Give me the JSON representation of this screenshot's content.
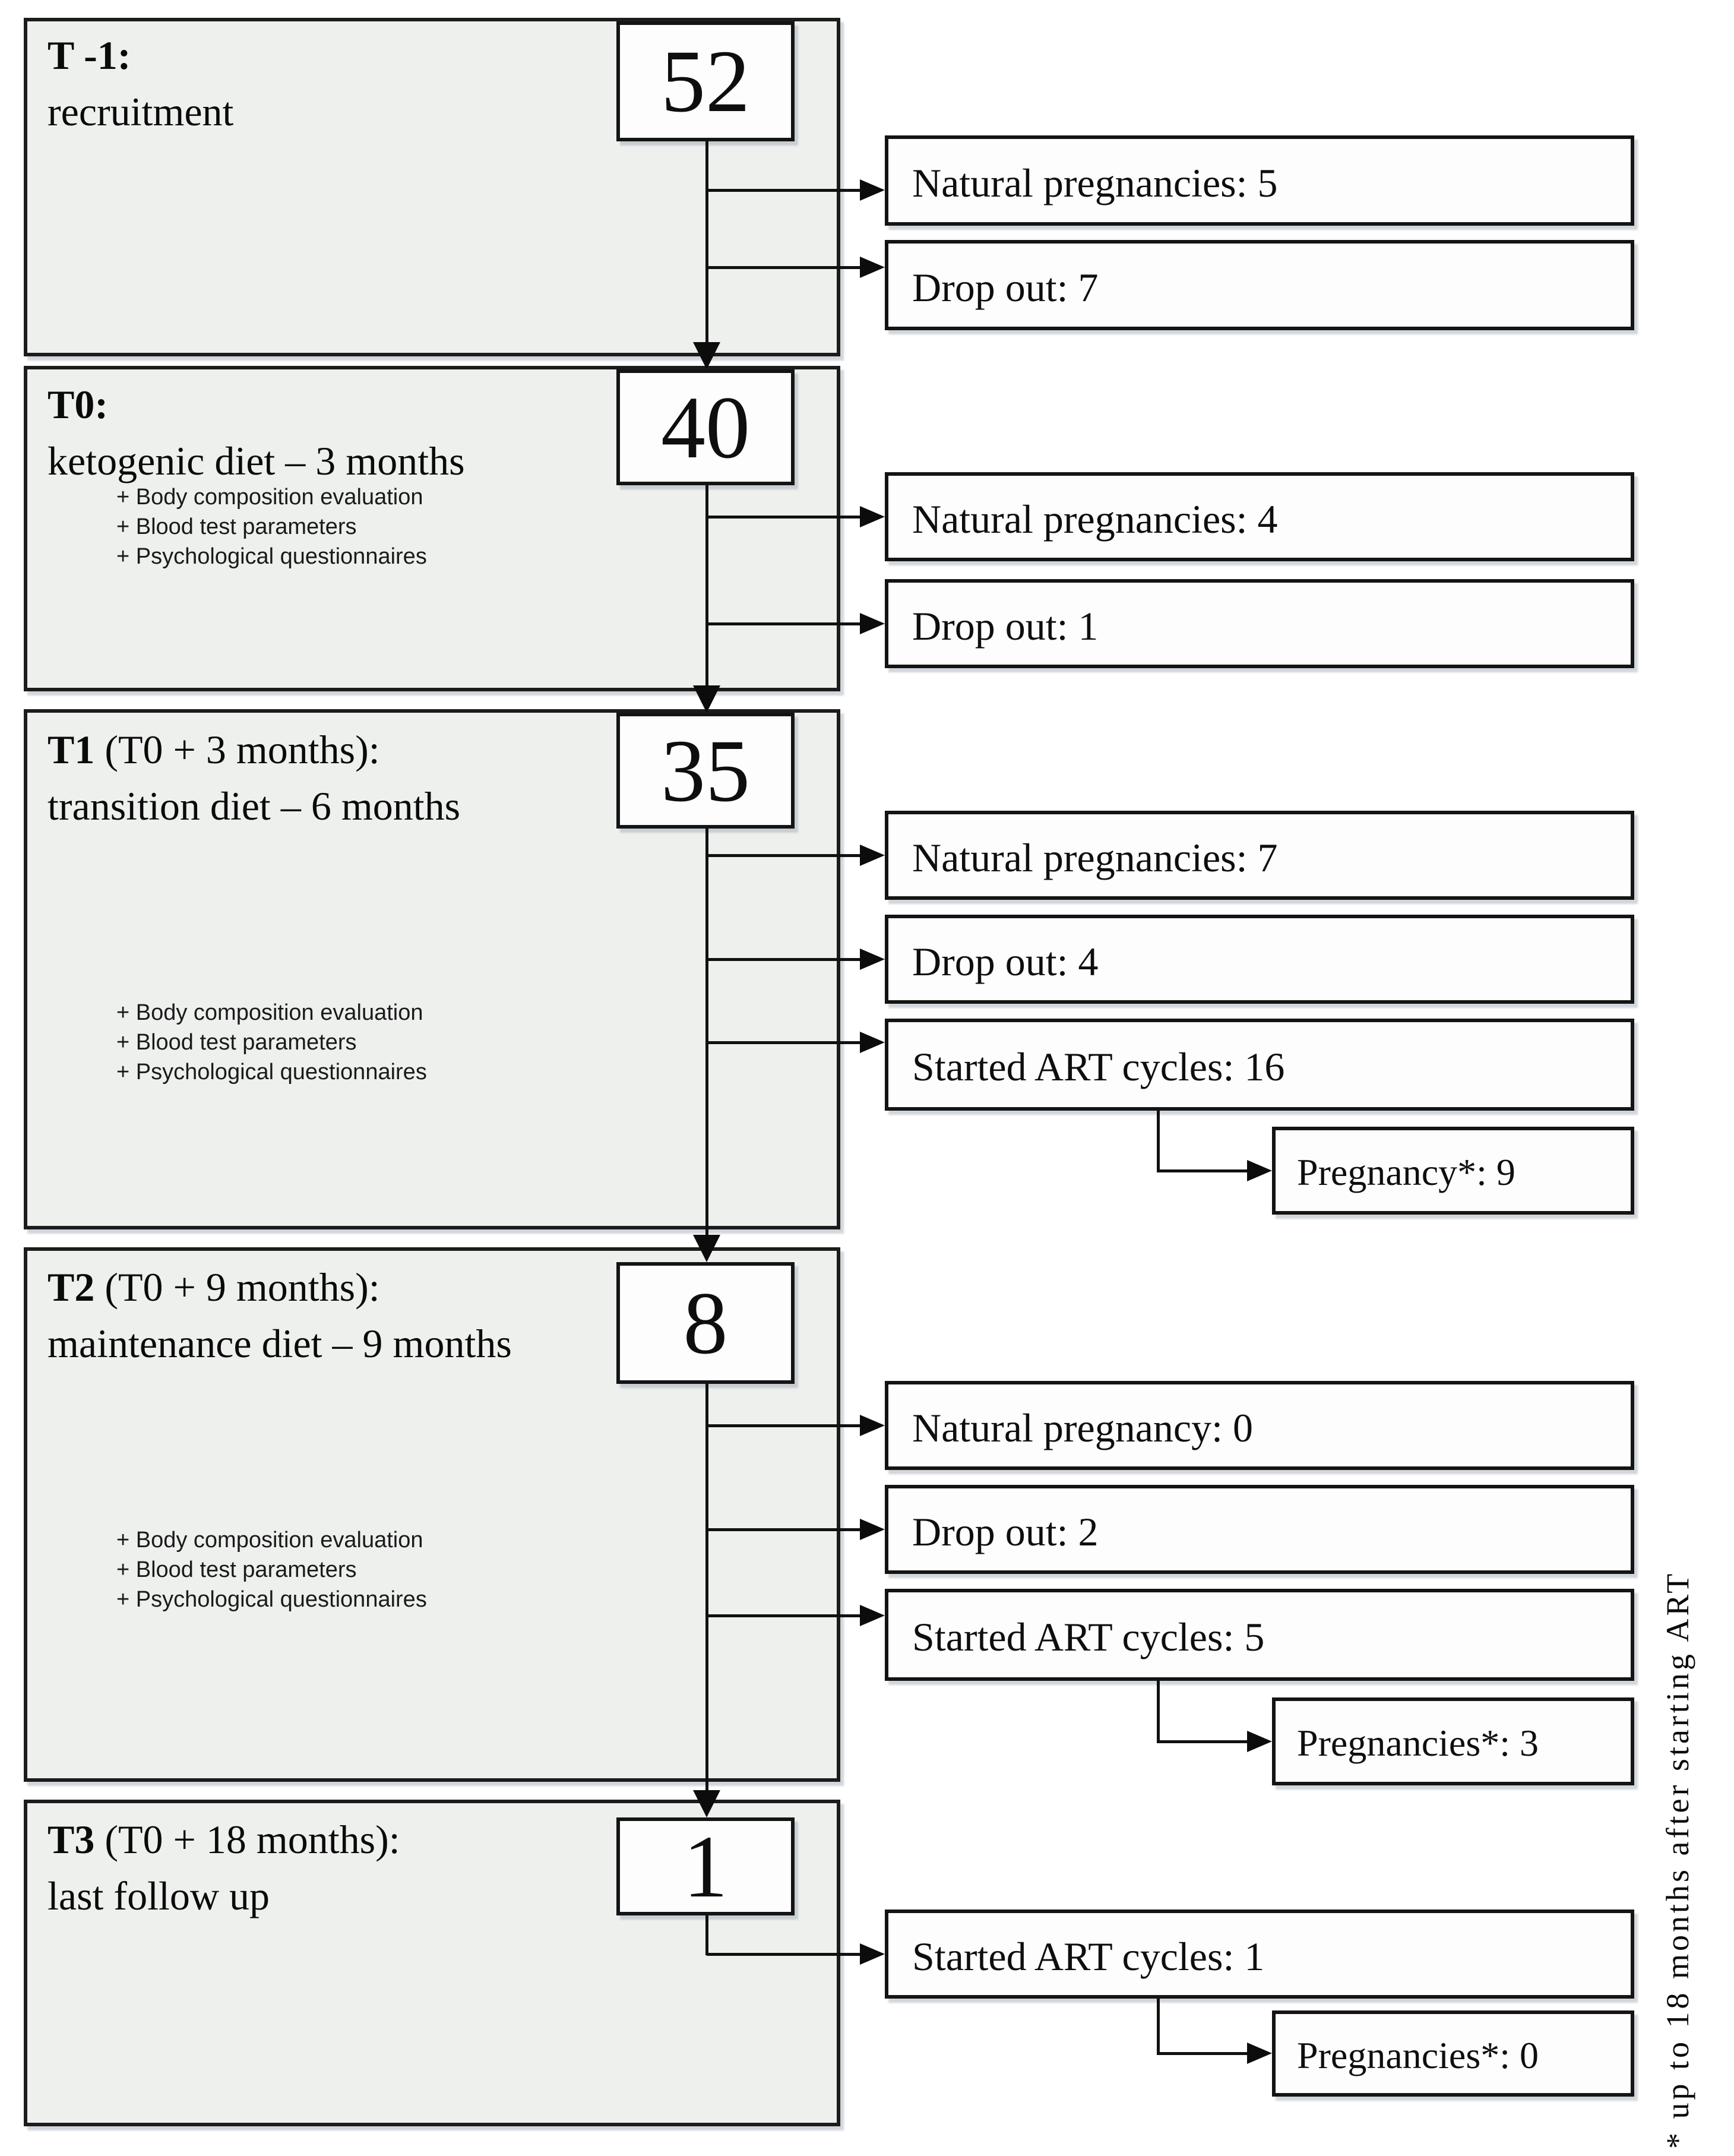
{
  "figure": {
    "type": "study-flowchart",
    "footnote": "* up to 18 months after starting ART",
    "colors": {
      "panel_fill": "#eef0ee",
      "box_fill": "#fdfdfd",
      "line": "#111111"
    }
  },
  "sections": [
    {
      "label": "T -1:",
      "label_rest": "",
      "subtitle": "recruitment",
      "count": "52",
      "assessments": [],
      "branches": [
        "Natural pregnancies: 5",
        "Drop out: 7"
      ],
      "art_outcome": null
    },
    {
      "label": "T0:",
      "label_rest": "",
      "subtitle": "ketogenic diet – 3 months",
      "count": "40",
      "assessments": [
        "+ Body composition evaluation",
        "+ Blood test parameters",
        "+ Psychological questionnaires"
      ],
      "branches": [
        "Natural pregnancies: 4",
        "Drop out: 1"
      ],
      "art_outcome": null
    },
    {
      "label": "T1",
      "label_rest": " (T0 + 3 months):",
      "subtitle": "transition diet – 6 months",
      "count": "35",
      "assessments": [
        "+ Body composition evaluation",
        "+ Blood test parameters",
        "+ Psychological questionnaires"
      ],
      "branches": [
        "Natural pregnancies: 7",
        "Drop out: 4",
        "Started ART cycles: 16"
      ],
      "art_outcome": "Pregnancy*: 9"
    },
    {
      "label": "T2",
      "label_rest": " (T0 + 9 months):",
      "subtitle": "maintenance diet – 9 months",
      "count": "8",
      "assessments": [
        "+ Body composition evaluation",
        "+ Blood test parameters",
        "+ Psychological questionnaires"
      ],
      "branches": [
        "Natural pregnancy: 0",
        "Drop out: 2",
        "Started ART cycles: 5"
      ],
      "art_outcome": "Pregnancies*: 3"
    },
    {
      "label": "T3",
      "label_rest": " (T0 + 18 months):",
      "subtitle": "last follow up",
      "count": "1",
      "assessments": [],
      "branches": [
        "Started ART cycles: 1"
      ],
      "art_outcome": "Pregnancies*: 0"
    }
  ]
}
